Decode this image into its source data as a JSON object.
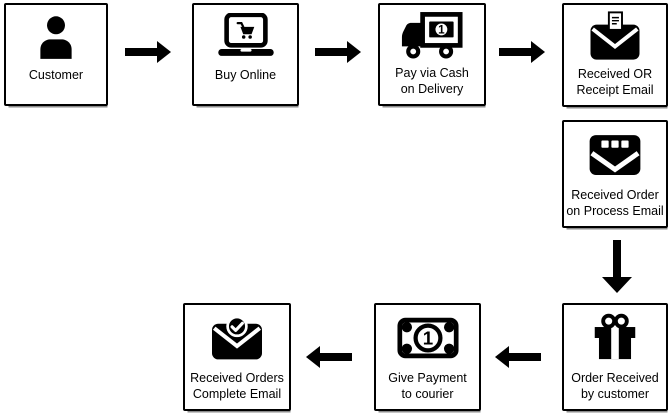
{
  "diagram": {
    "title": "Cash on Delivery order process flowchart",
    "background_color": "#ffffff",
    "line_color": "#000000",
    "banknote_value": "1",
    "nodes": [
      {
        "id": "customer",
        "icon": "person-icon",
        "lines": [
          "Customer"
        ]
      },
      {
        "id": "buy-online",
        "icon": "laptop-cart-icon",
        "lines": [
          "Buy Online"
        ]
      },
      {
        "id": "pay-cod",
        "icon": "delivery-truck-cash-icon",
        "lines": [
          "Pay via Cash",
          "on Delivery"
        ]
      },
      {
        "id": "received-receipt",
        "icon": "envelope-receipt-icon",
        "lines": [
          "Received OR",
          "Receipt Email"
        ]
      },
      {
        "id": "received-process",
        "icon": "envelope-processing-icon",
        "lines": [
          "Received Order",
          "on Process Email"
        ]
      },
      {
        "id": "order-received",
        "icon": "gift-icon",
        "lines": [
          "Order Received",
          "by customer"
        ]
      },
      {
        "id": "give-payment",
        "icon": "banknote-icon",
        "lines": [
          "Give Payment",
          "to courier"
        ]
      },
      {
        "id": "received-complete",
        "icon": "envelope-check-icon",
        "lines": [
          "Received Orders",
          "Complete Email"
        ]
      }
    ],
    "connections": [
      {
        "from": "customer",
        "to": "buy-online",
        "direction": "right"
      },
      {
        "from": "buy-online",
        "to": "pay-cod",
        "direction": "right"
      },
      {
        "from": "pay-cod",
        "to": "received-receipt",
        "direction": "right"
      },
      {
        "from": "received-process",
        "to": "order-received",
        "direction": "down"
      },
      {
        "from": "order-received",
        "to": "give-payment",
        "direction": "left"
      },
      {
        "from": "give-payment",
        "to": "received-complete",
        "direction": "left"
      }
    ]
  }
}
